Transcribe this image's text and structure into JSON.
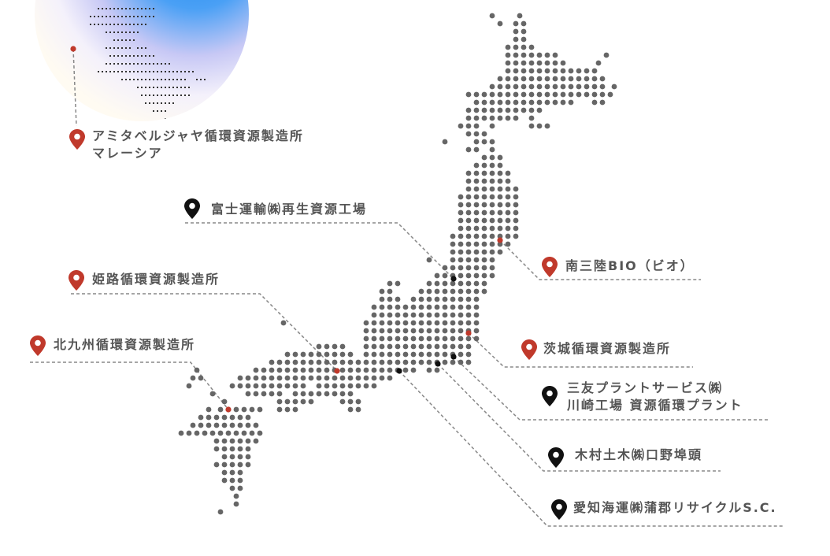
{
  "colors": {
    "dot": "#666666",
    "red": "#c0392b",
    "black": "#111111",
    "text": "#555555",
    "line": "#888888"
  },
  "locations": [
    {
      "id": "malaysia",
      "lines": [
        "アミタベルジャヤ循環資源製造所",
        "マレーシア"
      ],
      "pin": "red"
    },
    {
      "id": "fuji",
      "lines": [
        "富士運輸㈱再生資源工場"
      ],
      "pin": "black"
    },
    {
      "id": "minamisanriku",
      "lines": [
        "南三陸BIO（ビオ）"
      ],
      "pin": "red"
    },
    {
      "id": "himeji",
      "lines": [
        "姫路循環資源製造所"
      ],
      "pin": "red"
    },
    {
      "id": "kitakyushu",
      "lines": [
        "北九州循環資源製造所"
      ],
      "pin": "red"
    },
    {
      "id": "ibaraki",
      "lines": [
        "茨城循環資源製造所"
      ],
      "pin": "red"
    },
    {
      "id": "mitomo",
      "lines": [
        "三友プラントサービス㈱",
        "川崎工場 資源循環プラント"
      ],
      "pin": "black"
    },
    {
      "id": "kimura",
      "lines": [
        "木村土木㈱口野埠頭"
      ],
      "pin": "black"
    },
    {
      "id": "aichi",
      "lines": [
        "愛知海運㈱蒲郡リサイクルS.C."
      ],
      "pin": "black"
    }
  ]
}
